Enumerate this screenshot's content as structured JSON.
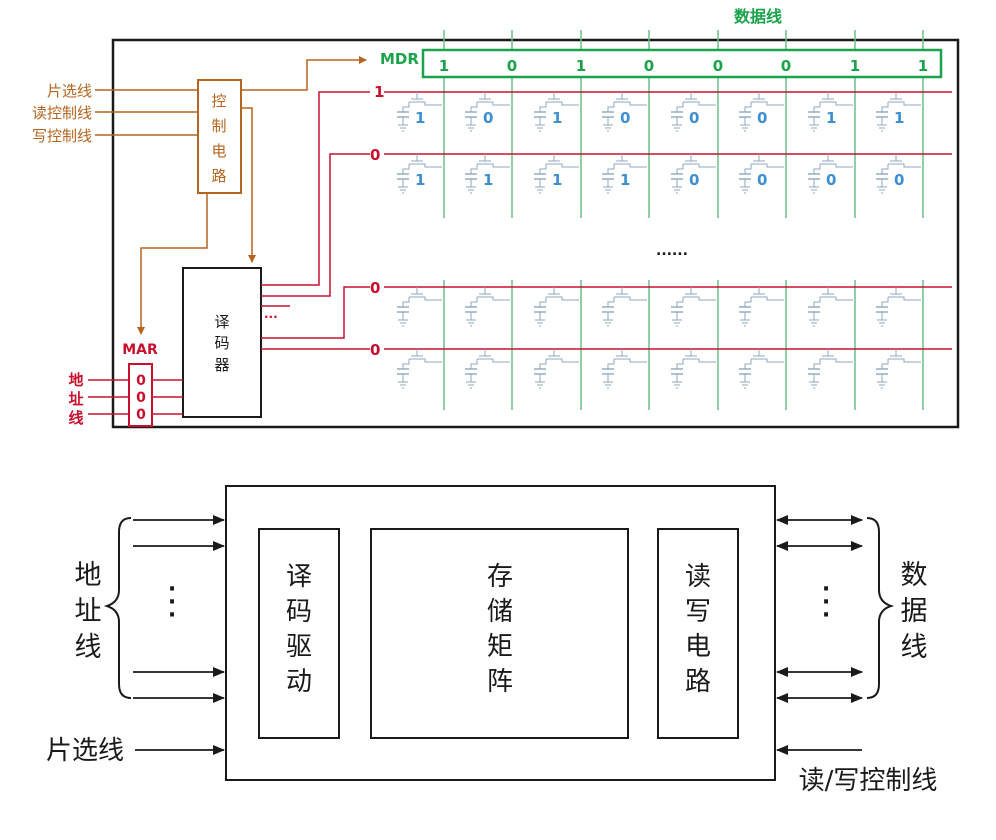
{
  "colors": {
    "black": "#1a1a1a",
    "orange": "#b5651d",
    "red": "#c8102e",
    "green": "#1aa34a",
    "blue": "#3d8fd1",
    "data_line_green": "#6cc08b",
    "cell_gray": "#8fa7bf"
  },
  "top": {
    "data_lines_label": "数据线",
    "mdr_label": "MDR",
    "mdr_bits": [
      "1",
      "0",
      "1",
      "0",
      "0",
      "0",
      "1",
      "1"
    ],
    "control_inputs": [
      "片选线",
      "读控制线",
      "写控制线"
    ],
    "control_circuit_chars": [
      "控",
      "制",
      "电",
      "路"
    ],
    "decoder_chars": [
      "译",
      "码",
      "器"
    ],
    "decoder_ellipsis": "···",
    "mar_label": "MAR",
    "mar_bits": [
      "0",
      "0",
      "0"
    ],
    "address_chars": [
      "地",
      "址",
      "线"
    ],
    "word_line_labels": [
      "1",
      "0",
      "0",
      "0"
    ],
    "row1_cells": [
      "1",
      "0",
      "1",
      "0",
      "0",
      "0",
      "1",
      "1"
    ],
    "row2_cells": [
      "1",
      "1",
      "1",
      "1",
      "0",
      "0",
      "0",
      "0"
    ],
    "middle_ellipsis": "......"
  },
  "bottom": {
    "address_chars": [
      "地",
      "址",
      "线"
    ],
    "data_chars": [
      "数",
      "据",
      "线"
    ],
    "chip_select": "片选线",
    "rw_control": "读/写控制线",
    "decoder_driver": [
      "译",
      "码",
      "驱",
      "动"
    ],
    "storage_matrix": [
      "存",
      "储",
      "矩",
      "阵"
    ],
    "rw_circuit": [
      "读",
      "写",
      "电",
      "路"
    ],
    "vdots": "·"
  }
}
